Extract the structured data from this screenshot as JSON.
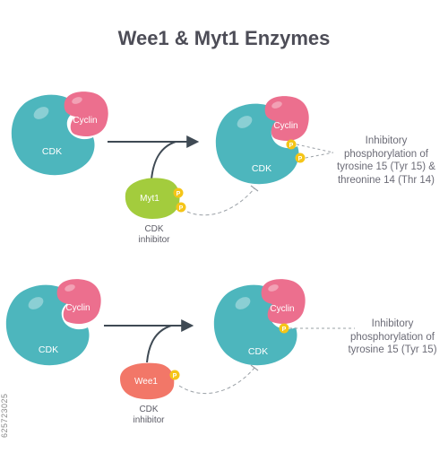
{
  "title": "Wee1 & Myt1 Enzymes",
  "colors": {
    "cdk": "#4db6bd",
    "cyclin": "#ec6f8e",
    "myt1": "#a3cc3d",
    "wee1": "#f27768",
    "phosphate": "#f5c518",
    "arrow": "#3f4a54"
  },
  "labels": {
    "cdk": "CDK",
    "cyclin": "Cyclin",
    "phosphate": "P",
    "myt1": "Myt1",
    "wee1": "Wee1",
    "cdk_inhibitor_line1": "CDK",
    "cdk_inhibitor_line2": "inhibitor"
  },
  "top_panel": {
    "note_lines": [
      "Inhibitory",
      "phosphorylation of",
      "tyrosine 15 (Tyr 15) &",
      "threonine 14 (Thr 14)"
    ]
  },
  "bottom_panel": {
    "note_lines": [
      "Inhibitory",
      "phosphorylation of",
      "tyrosine 15 (Tyr 15)"
    ]
  },
  "watermark": "625723025"
}
